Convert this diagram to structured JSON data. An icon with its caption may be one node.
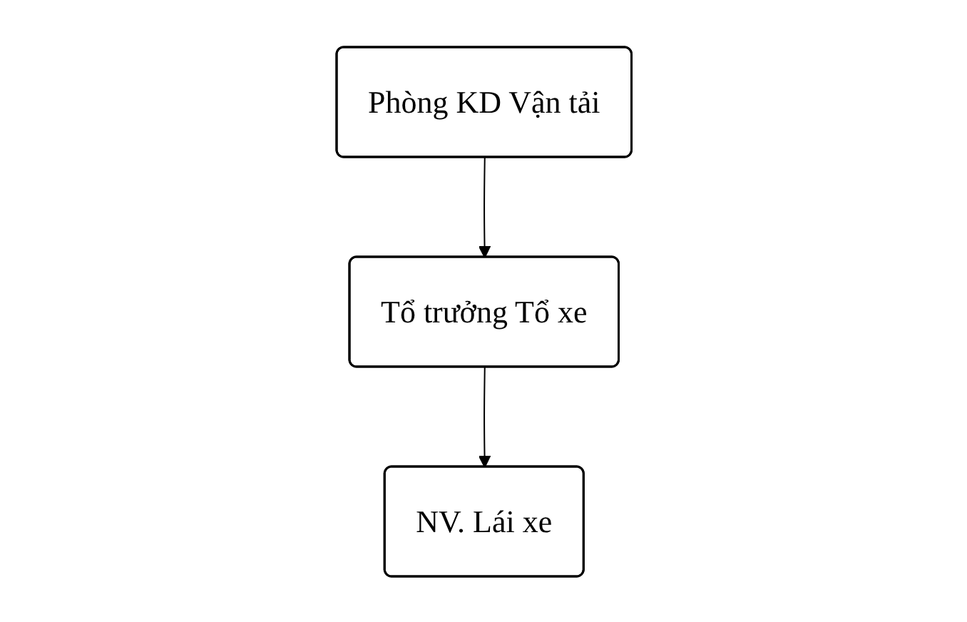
{
  "diagram": {
    "nodes": [
      {
        "text": [
          "Phòng KD Vận tải"
        ]
      },
      {
        "text": [
          "Tổ trưởng Tổ xe"
        ]
      },
      {
        "text": [
          "NV. Lái xe"
        ]
      }
    ],
    "edges": [
      {
        "from": 0,
        "to": 1,
        "arrow": "to"
      },
      {
        "from": 1,
        "to": 2,
        "arrow": "to"
      }
    ]
  }
}
